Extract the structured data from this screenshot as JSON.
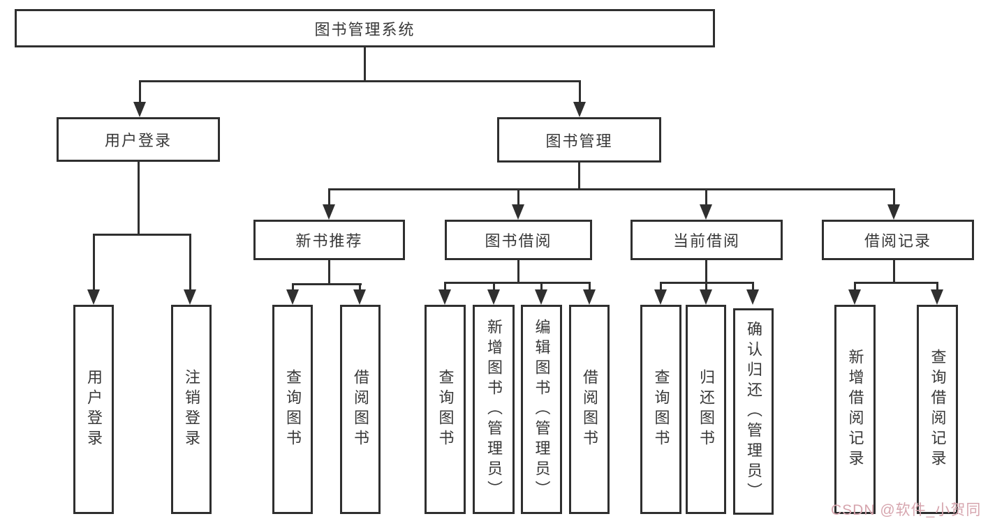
{
  "root": {
    "label": "图书管理系统"
  },
  "level2": [
    {
      "label": "用户登录"
    },
    {
      "label": "图书管理"
    }
  ],
  "level3": [
    {
      "label": "新书推荐"
    },
    {
      "label": "图书借阅"
    },
    {
      "label": "当前借阅"
    },
    {
      "label": "借阅记录"
    }
  ],
  "leaves": {
    "user_login": [
      {
        "label": "用户登录"
      },
      {
        "label": "注销登录"
      }
    ],
    "new_books": [
      {
        "label": "查询图书"
      },
      {
        "label": "借阅图书"
      }
    ],
    "book_borrow": [
      {
        "label": "查询图书"
      },
      {
        "label": "新增图书（管理员）"
      },
      {
        "label": "编辑图书（管理员）"
      },
      {
        "label": "借阅图书"
      }
    ],
    "current_borrow": [
      {
        "label": "查询图书"
      },
      {
        "label": "归还图书"
      },
      {
        "label": "确认归还（管理员）"
      }
    ],
    "borrow_records": [
      {
        "label": "新增借阅记录"
      },
      {
        "label": "查询借阅记录"
      }
    ]
  },
  "watermark": {
    "text": "CSDN @软件_小贺同学",
    "color": "#d6a5ae"
  },
  "colors": {
    "line": "#2f2f2f",
    "text": "#383838",
    "background": "#ffffff"
  }
}
